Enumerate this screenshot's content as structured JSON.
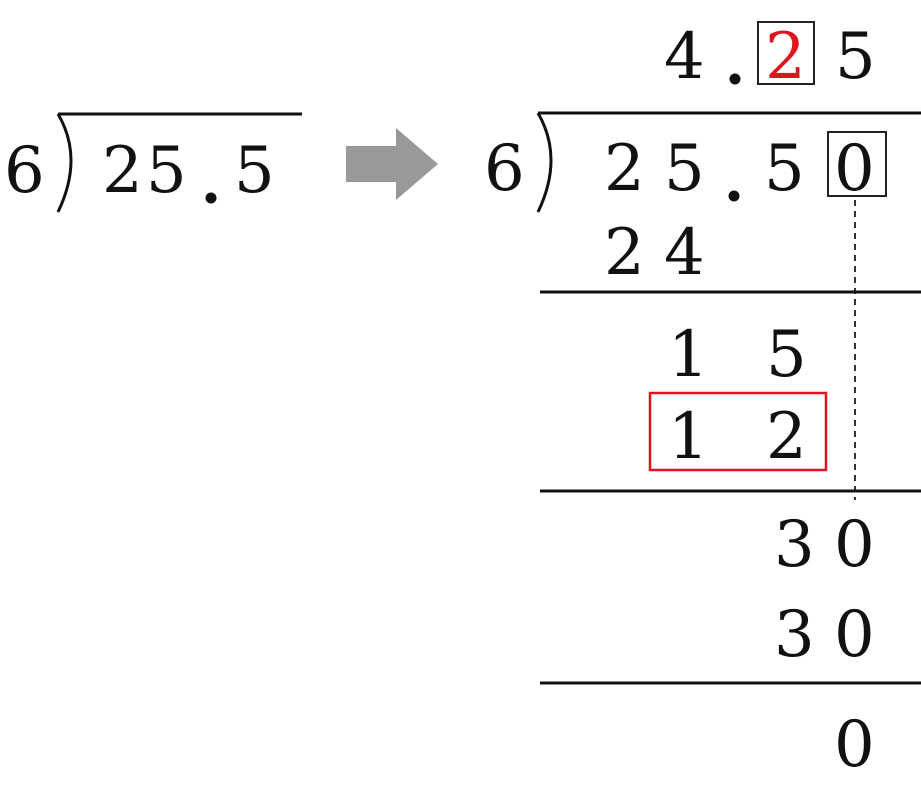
{
  "left_problem": {
    "divisor": "6",
    "dividend_digits": [
      "2",
      "5",
      "5"
    ]
  },
  "right_problem": {
    "divisor": "6",
    "quotient_digits": [
      "4",
      "2",
      "5"
    ],
    "dividend_digits": [
      "2",
      "5",
      "5",
      "0"
    ],
    "steps": [
      {
        "digits": [
          "2",
          "4"
        ]
      },
      {
        "digits": [
          "1",
          "5"
        ]
      },
      {
        "digits": [
          "1",
          "2"
        ]
      },
      {
        "digits": [
          "3",
          "0"
        ]
      },
      {
        "digits": [
          "3",
          "0"
        ]
      },
      {
        "digits": [
          "0"
        ]
      }
    ]
  },
  "colors": {
    "ink": "#111111",
    "highlight_red": "#e0141e",
    "arrow_gray": "#999999",
    "box_black": "#222222"
  },
  "arrow_icon": "right-arrow-icon"
}
